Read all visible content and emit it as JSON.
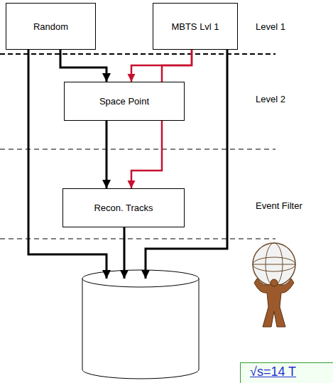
{
  "diagram": {
    "nodes": [
      {
        "text": [
          "Random"
        ]
      },
      {
        "text": [
          "MBTS Lvl 1"
        ]
      },
      {
        "text": [
          "Space Point"
        ]
      },
      {
        "text": [
          "Recon. Tracks"
        ]
      }
    ],
    "edges": [
      {
        "from": 0,
        "to": 2,
        "arrow": "to"
      },
      {
        "from": 1,
        "to": 2,
        "arrow": "to"
      },
      {
        "from": 1,
        "to": 3,
        "arrow": "to"
      },
      {
        "from": 2,
        "to": 3,
        "arrow": "to"
      }
    ],
    "labels": [
      "Level 1",
      "Level 2",
      "Event Filter",
      "√s=14 T"
    ]
  }
}
